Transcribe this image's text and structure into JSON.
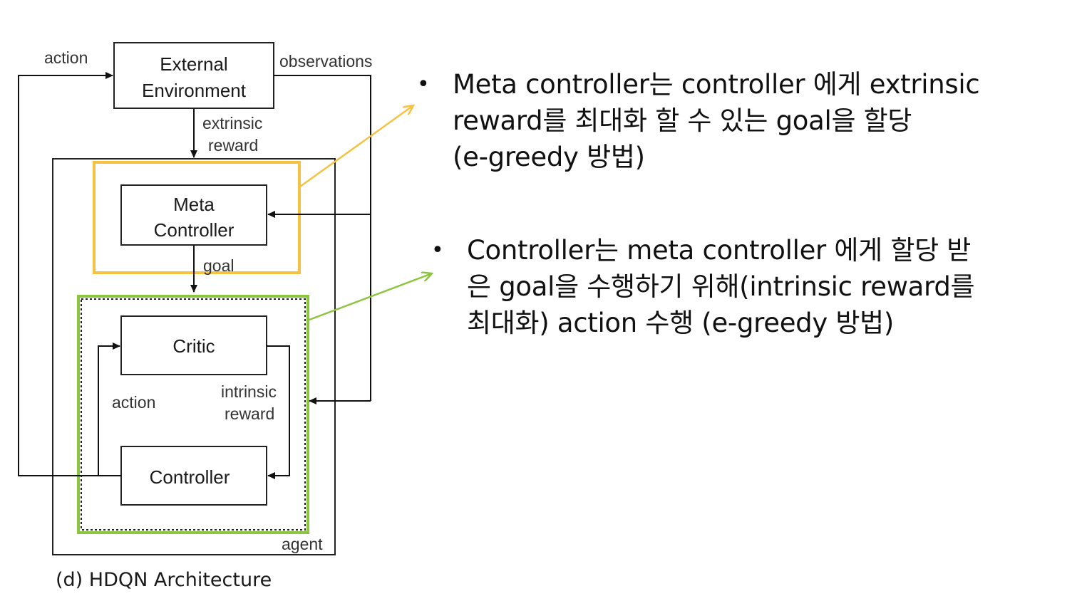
{
  "diagram": {
    "external_env": [
      "External",
      "Environment"
    ],
    "meta_controller": [
      "Meta",
      "Controller"
    ],
    "critic": "Critic",
    "controller": "Controller",
    "labels": {
      "action_top": "action",
      "observations": "observations",
      "extrinsic_reward": [
        "extrinsic",
        "reward"
      ],
      "goal": "goal",
      "action_inner": "action",
      "intrinsic_reward": [
        "intrinsic",
        "reward"
      ],
      "agent": "agent"
    },
    "caption": "(d) HDQN Architecture"
  },
  "colors": {
    "meta_highlight": "#f5c242",
    "controller_highlight": "#8cc63e"
  },
  "bullets": [
    {
      "dot": "•",
      "lines": [
        "Meta controller는 controller 에게 extrinsic",
        "reward를 최대화 할 수 있는 goal을 할당",
        "(e-greedy 방법)"
      ]
    },
    {
      "dot": "•",
      "lines": [
        "Controller는 meta controller 에게 할당 받",
        "은 goal을 수행하기 위해(intrinsic reward를",
        "최대화) action 수행 (e-greedy 방법)"
      ]
    }
  ]
}
